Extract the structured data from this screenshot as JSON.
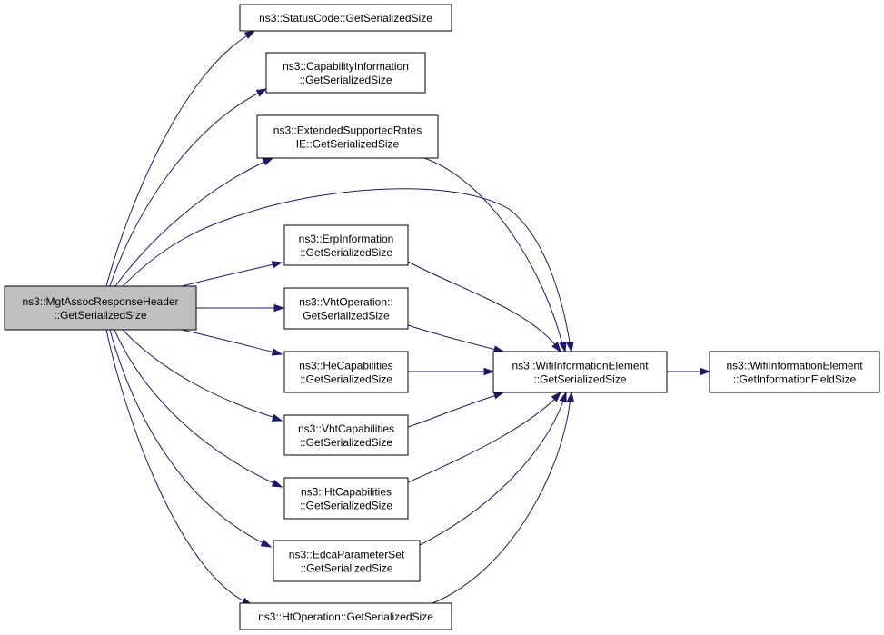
{
  "colors": {
    "edge": "#191970",
    "root_fill": "#bfbfbf",
    "node_fill": "#ffffff",
    "border": "#000000"
  },
  "nodes": [
    {
      "id": "root",
      "lines": [
        "ns3::MgtAssocResponseHeader",
        "::GetSerializedSize"
      ]
    },
    {
      "id": "status_code",
      "lines": [
        "ns3::StatusCode::GetSerializedSize"
      ]
    },
    {
      "id": "capability_information",
      "lines": [
        "ns3::CapabilityInformation",
        "::GetSerializedSize"
      ]
    },
    {
      "id": "extended_supported_rates",
      "lines": [
        "ns3::ExtendedSupportedRates",
        "IE::GetSerializedSize"
      ]
    },
    {
      "id": "erp_information",
      "lines": [
        "ns3::ErpInformation",
        "::GetSerializedSize"
      ]
    },
    {
      "id": "vht_operation",
      "lines": [
        "ns3::VhtOperation::",
        "GetSerializedSize"
      ]
    },
    {
      "id": "he_capabilities",
      "lines": [
        "ns3::HeCapabilities",
        "::GetSerializedSize"
      ]
    },
    {
      "id": "vht_capabilities",
      "lines": [
        "ns3::VhtCapabilities",
        "::GetSerializedSize"
      ]
    },
    {
      "id": "ht_capabilities",
      "lines": [
        "ns3::HtCapabilities",
        "::GetSerializedSize"
      ]
    },
    {
      "id": "edca_parameter_set",
      "lines": [
        "ns3::EdcaParameterSet",
        "::GetSerializedSize"
      ]
    },
    {
      "id": "ht_operation",
      "lines": [
        "ns3::HtOperation::GetSerializedSize"
      ]
    },
    {
      "id": "wifi_information_element",
      "lines": [
        "ns3::WifiInformationElement",
        "::GetSerializedSize"
      ]
    },
    {
      "id": "wifi_information_field_size",
      "lines": [
        "ns3::WifiInformationElement",
        "::GetInformationFieldSize"
      ]
    }
  ],
  "edges": [
    [
      "root",
      "status_code"
    ],
    [
      "root",
      "capability_information"
    ],
    [
      "root",
      "extended_supported_rates"
    ],
    [
      "root",
      "wifi_information_element"
    ],
    [
      "root",
      "erp_information"
    ],
    [
      "root",
      "vht_operation"
    ],
    [
      "root",
      "he_capabilities"
    ],
    [
      "root",
      "vht_capabilities"
    ],
    [
      "root",
      "ht_capabilities"
    ],
    [
      "root",
      "edca_parameter_set"
    ],
    [
      "root",
      "ht_operation"
    ],
    [
      "extended_supported_rates",
      "wifi_information_element"
    ],
    [
      "erp_information",
      "wifi_information_element"
    ],
    [
      "vht_operation",
      "wifi_information_element"
    ],
    [
      "he_capabilities",
      "wifi_information_element"
    ],
    [
      "vht_capabilities",
      "wifi_information_element"
    ],
    [
      "ht_capabilities",
      "wifi_information_element"
    ],
    [
      "edca_parameter_set",
      "wifi_information_element"
    ],
    [
      "ht_operation",
      "wifi_information_element"
    ],
    [
      "wifi_information_element",
      "wifi_information_field_size"
    ]
  ]
}
